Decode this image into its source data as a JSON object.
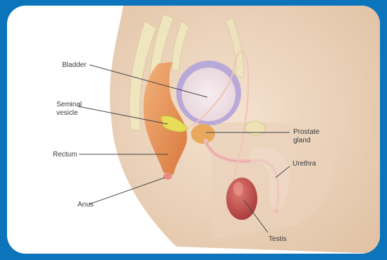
{
  "colors": {
    "frame_blue": "#0b74bb",
    "panel": "#ffffff",
    "skin": "#efd9c4",
    "bone": "#efe6bf",
    "rectum": "#e79a5c",
    "bladder_wall": "#b9a9d9",
    "prostate": "#e9a95c",
    "testis": "#c9504e",
    "urethra": "#f2c0bb"
  },
  "labels": {
    "bladder": "Bladder",
    "seminal_line1": "Seminal",
    "seminal_line2": "vesicle",
    "rectum": "Rectum",
    "anus": "Anus",
    "prostate_line1": "Prostate",
    "prostate_line2": "gland",
    "urethra": "Urethra",
    "testis": "Testis"
  }
}
